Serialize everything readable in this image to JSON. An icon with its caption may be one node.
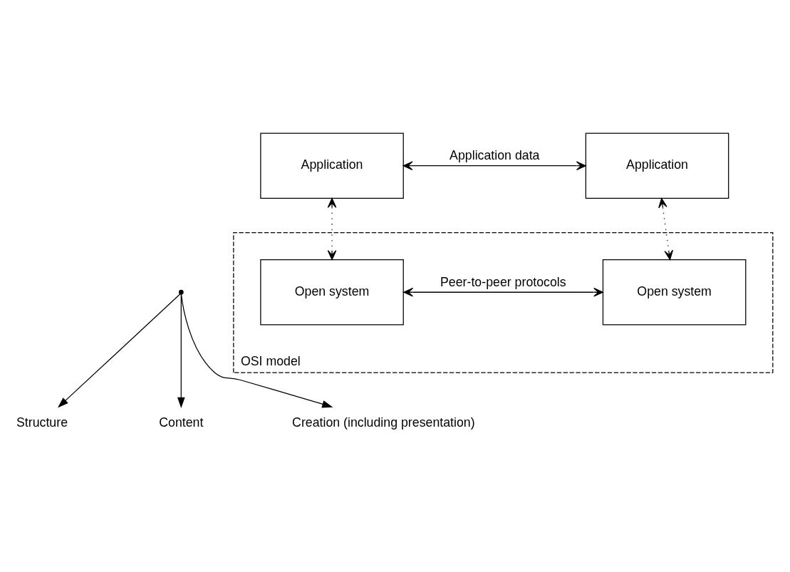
{
  "diagram": {
    "nodes": [
      {
        "text": [
          "Application"
        ]
      },
      {
        "text": [
          "Application"
        ]
      },
      {
        "text": [
          "OSI model"
        ]
      },
      {
        "text": [
          "Open system"
        ],
        "in": 2
      },
      {
        "text": [
          "Open system"
        ],
        "in": 2
      },
      {
        "text": [
          "Structure"
        ]
      },
      {
        "text": [
          "Content"
        ]
      },
      {
        "text": [
          "Creation (including presentation)"
        ]
      },
      {
        "text": [],
        "shape": "point"
      }
    ],
    "edges": [
      {
        "from": 0,
        "to": 1,
        "arrow": "both",
        "label": "Application data"
      },
      {
        "from": 0,
        "to": 3,
        "arrow": "both",
        "style": "dashed"
      },
      {
        "from": 1,
        "to": 4,
        "arrow": "both",
        "style": "dashed"
      },
      {
        "from": 3,
        "to": 4,
        "arrow": "both",
        "label": "Peer-to-peer protocols"
      },
      {
        "from": 8,
        "to": 5,
        "arrow": "to"
      },
      {
        "from": 8,
        "to": 6,
        "arrow": "to"
      },
      {
        "from": 8,
        "to": 7,
        "arrow": "to"
      }
    ]
  }
}
